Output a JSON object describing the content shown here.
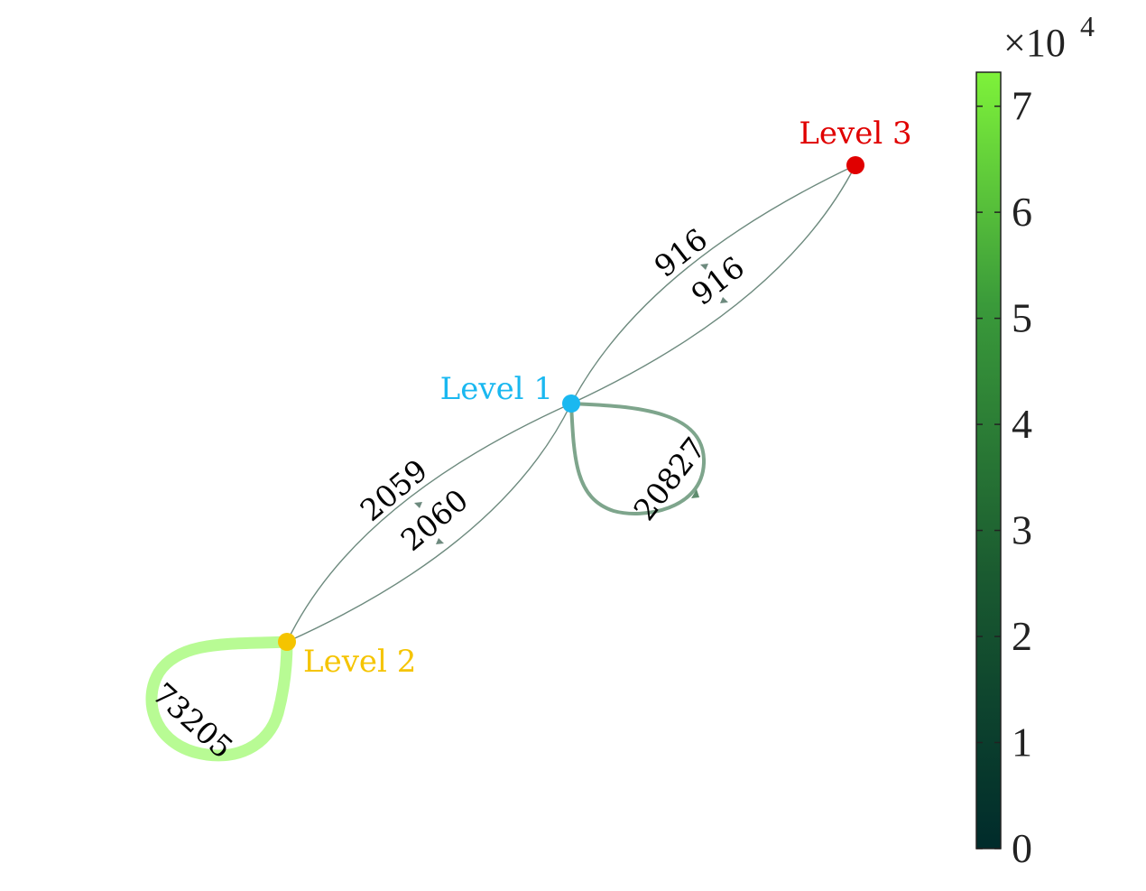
{
  "graph": {
    "nodes": [
      {
        "id": "level1",
        "label": "Level 1",
        "color": "#1ab8f0"
      },
      {
        "id": "level2",
        "label": "Level 2",
        "color": "#f5c400"
      },
      {
        "id": "level3",
        "label": "Level 3",
        "color": "#e00000"
      }
    ],
    "edges": [
      {
        "from": "level3",
        "to": "level1",
        "weight": 916,
        "label": "916"
      },
      {
        "from": "level1",
        "to": "level3",
        "weight": 916,
        "label": "916"
      },
      {
        "from": "level1",
        "to": "level2",
        "weight": 2059,
        "label": "2059"
      },
      {
        "from": "level2",
        "to": "level1",
        "weight": 2060,
        "label": "2060"
      },
      {
        "from": "level1",
        "to": "level1",
        "weight": 20827,
        "label": "20827"
      },
      {
        "from": "level2",
        "to": "level2",
        "weight": 73205,
        "label": "73205"
      }
    ]
  },
  "colorbar": {
    "scale_prefix": "×10",
    "scale_exponent": "4",
    "ticks": [
      "0",
      "1",
      "2",
      "3",
      "4",
      "5",
      "6",
      "7"
    ],
    "range": [
      0,
      7.3205
    ],
    "colormap": [
      "#002b2b",
      "#1a5a30",
      "#3a9a3a",
      "#7ef23a"
    ]
  }
}
